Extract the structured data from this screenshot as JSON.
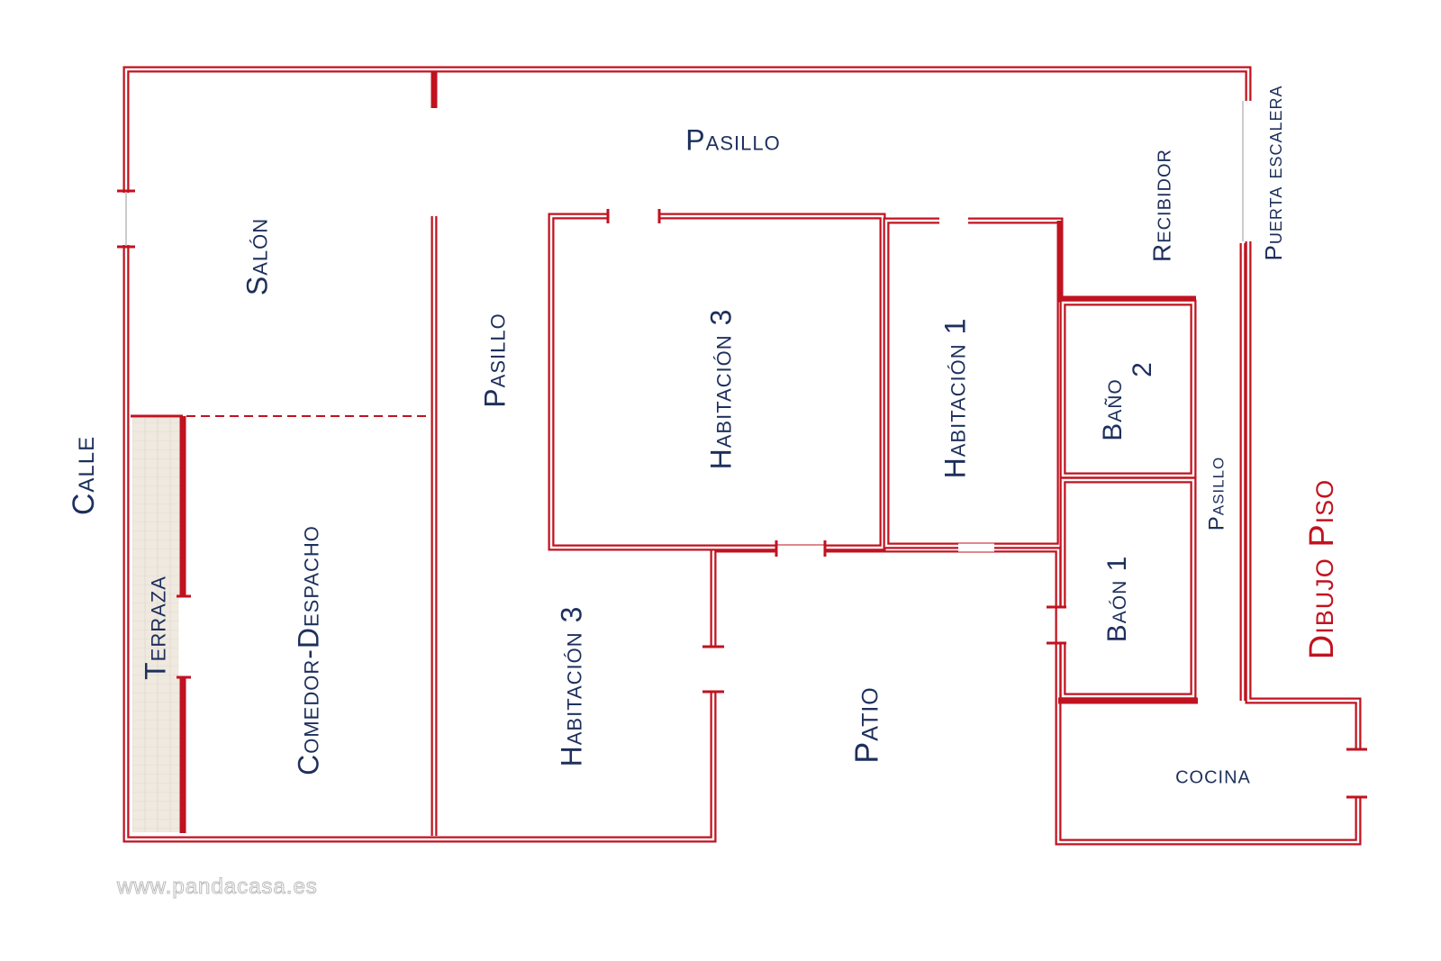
{
  "labels": {
    "pasillo_top": "Pasillo",
    "salon": "Salón",
    "calle": "Calle",
    "terraza": "Terraza",
    "comedor": "Comedor-Despacho",
    "pasillo_vertical": "Pasillo",
    "habitacion3_upper": "Habitación 3",
    "habitacion1": "Habitación 1",
    "bano2": "Baño",
    "bano2_num": "2",
    "bano1": "Baón 1",
    "pasillo_narrow": "Pasillo",
    "recibidor": "Recibidor",
    "puerta_escalera": "Puerta escalera",
    "dibujo_piso": "Dibujo Piso",
    "habitacion3_lower": "Habitación 3",
    "patio": "Patio",
    "cocina": "cocina"
  },
  "watermark": "www.pandacasa.es",
  "colors": {
    "wall": "#c1121f",
    "text": "#1d2f5c"
  }
}
